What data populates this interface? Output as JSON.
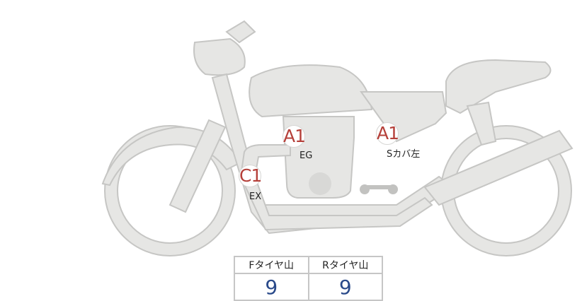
{
  "markers": [
    {
      "code": "A1",
      "label": "EG"
    },
    {
      "code": "A1",
      "label": "Sカバ左"
    },
    {
      "code": "C1",
      "label": "EX"
    }
  ],
  "table": {
    "headers": [
      "Fタイヤ山",
      "Rタイヤ山"
    ],
    "values": [
      "9",
      "9"
    ]
  },
  "colors": {
    "marker": "#b5403a",
    "value": "#2a4a8a",
    "part_fill": "#e6e6e4",
    "part_stroke": "#c6c6c4"
  }
}
